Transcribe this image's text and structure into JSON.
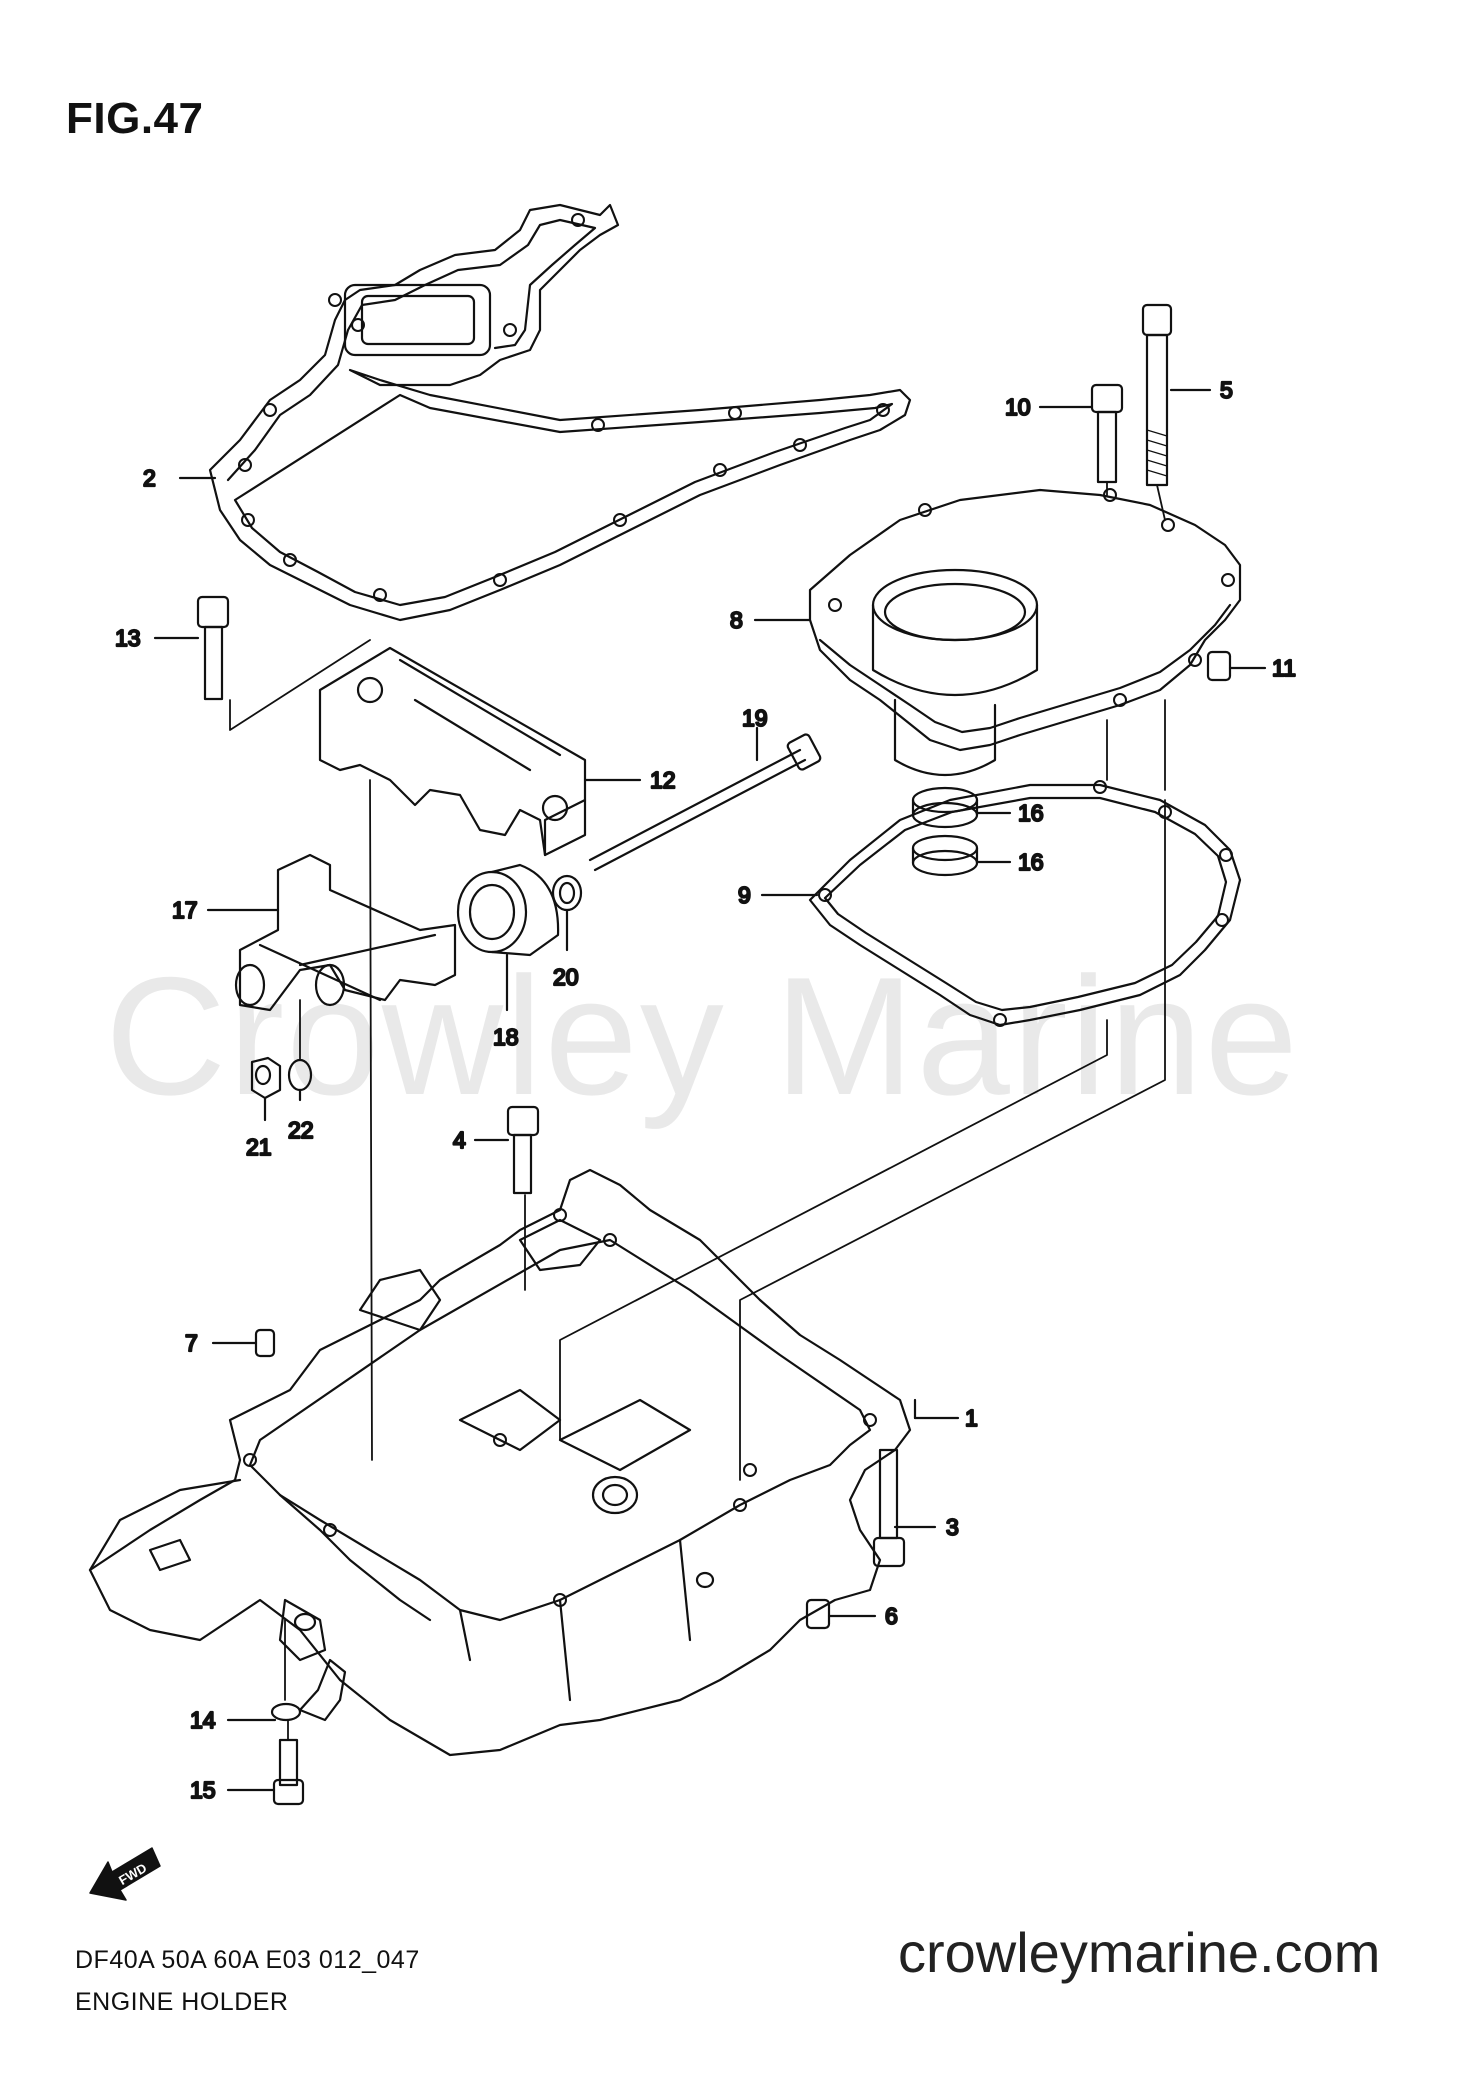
{
  "figure": {
    "title": "FIG.47",
    "code": "DF40A 50A 60A E03 012_047",
    "name": "ENGINE HOLDER",
    "watermark": "Crowley Marine",
    "website": "crowleymarine.com",
    "fwd_label": "FWD"
  },
  "callouts": [
    {
      "id": "1",
      "label": "1"
    },
    {
      "id": "2",
      "label": "2"
    },
    {
      "id": "3",
      "label": "3"
    },
    {
      "id": "4",
      "label": "4"
    },
    {
      "id": "5",
      "label": "5"
    },
    {
      "id": "6",
      "label": "6"
    },
    {
      "id": "7",
      "label": "7"
    },
    {
      "id": "8",
      "label": "8"
    },
    {
      "id": "9",
      "label": "9"
    },
    {
      "id": "10",
      "label": "10"
    },
    {
      "id": "11",
      "label": "11"
    },
    {
      "id": "12",
      "label": "12"
    },
    {
      "id": "13",
      "label": "13"
    },
    {
      "id": "14",
      "label": "14"
    },
    {
      "id": "15",
      "label": "15"
    },
    {
      "id": "16a",
      "label": "16"
    },
    {
      "id": "16b",
      "label": "16"
    },
    {
      "id": "17",
      "label": "17"
    },
    {
      "id": "18",
      "label": "18"
    },
    {
      "id": "19",
      "label": "19"
    },
    {
      "id": "20",
      "label": "20"
    },
    {
      "id": "21",
      "label": "21"
    },
    {
      "id": "22",
      "label": "22"
    }
  ]
}
